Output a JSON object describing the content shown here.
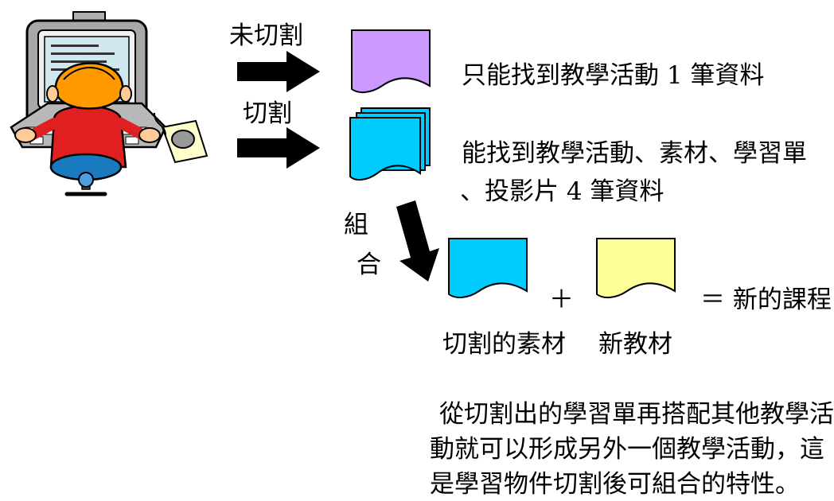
{
  "labels": {
    "unsplit": "未切割",
    "split": "切割",
    "combine_1": "組",
    "combine_2": "合"
  },
  "results": {
    "unsplit": "只能找到教學活動 1 筆資料",
    "split_line1": "能找到教學活動、素材、學習單",
    "split_line2": "、投影片 4 筆資料"
  },
  "equation": {
    "plus": "＋",
    "equals": "＝ 新的課程",
    "caption_split_material": "切割的素材",
    "caption_new_material": "新教材"
  },
  "note": {
    "line1": "從切割出的學習單再搭配其他教學活",
    "line2": "動就可以形成另外一個教學活動，這",
    "line3": "是學習物件切割後可組合的特性。"
  },
  "colors": {
    "purple_doc": "#cc99ff",
    "cyan_doc": "#00ccff",
    "yellow_doc": "#ffff99",
    "arrow": "#000000"
  },
  "icons": [
    "computer-user-clipart",
    "right-arrow-icon",
    "down-arrow-icon",
    "document-icon",
    "document-stack-icon"
  ]
}
